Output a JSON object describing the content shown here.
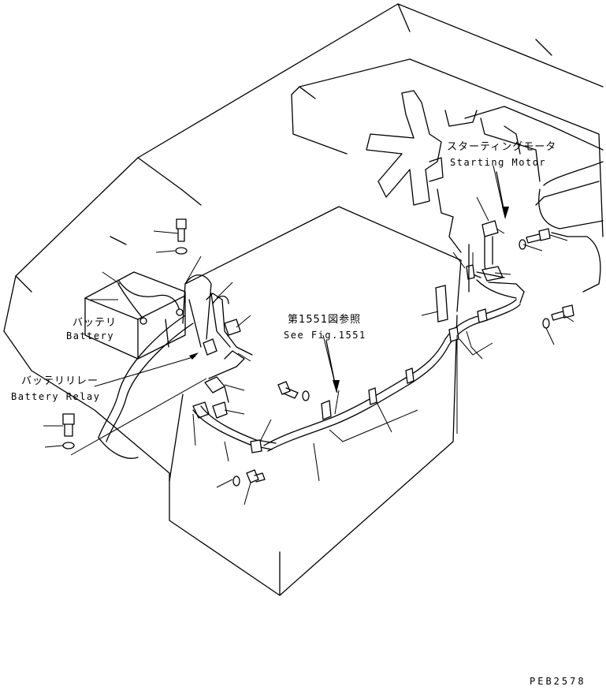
{
  "labels": {
    "battery_jp": "バッテリ",
    "battery_en": "Battery",
    "battery_relay_jp": "バッテリリレー",
    "battery_relay_en": "Battery Relay",
    "starting_motor_jp": "スターティングモータ",
    "starting_motor_en": "Starting Motor",
    "see_fig_jp": "第1551図参照",
    "see_fig_en": "See Fig.1551",
    "drawing_code": "PEB2578"
  }
}
